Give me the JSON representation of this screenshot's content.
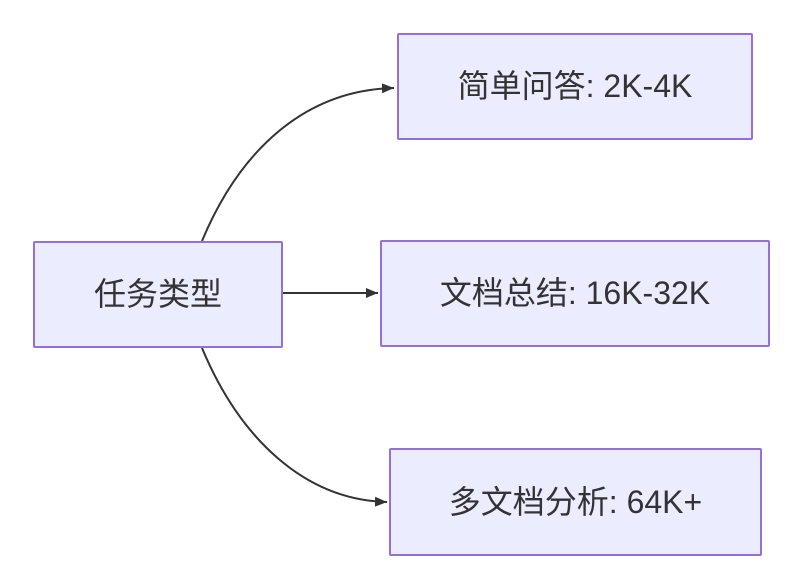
{
  "diagram": {
    "type": "flowchart-LR",
    "colors": {
      "background": "#ffffff",
      "node_fill": "#ECECFF",
      "node_border": "#9370DB",
      "edge": "#333333",
      "text": "#333333"
    },
    "nodes": [
      {
        "id": "task-type",
        "label": "任务类型"
      },
      {
        "id": "simple-qa",
        "label": "简单问答: 2K-4K"
      },
      {
        "id": "doc-summary",
        "label": "文档总结: 16K-32K"
      },
      {
        "id": "multi-doc",
        "label": "多文档分析: 64K+"
      }
    ],
    "edges": [
      {
        "from": "task-type",
        "to": "simple-qa"
      },
      {
        "from": "task-type",
        "to": "doc-summary"
      },
      {
        "from": "task-type",
        "to": "multi-doc"
      }
    ]
  }
}
